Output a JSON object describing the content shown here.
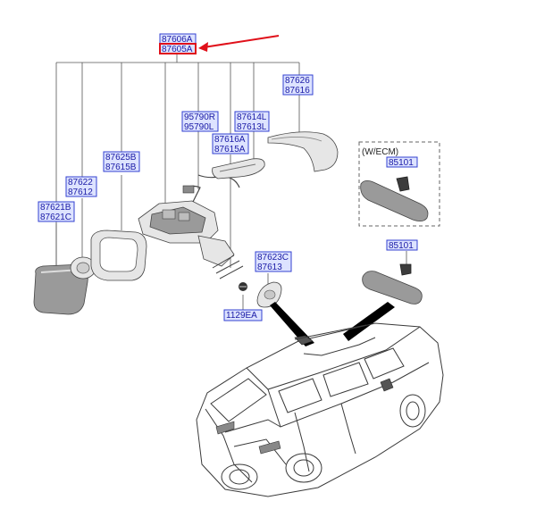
{
  "diagram": {
    "highlight_color": "#e0101a",
    "label_fill": "#dde3ff",
    "label_stroke": "#3340d0",
    "label_text_color": "#1a1aa6",
    "callouts": {
      "top_a": "87606A",
      "top_b": "87605A",
      "c87626": "87626",
      "c87616": "87616",
      "c95790r": "95790R",
      "c95790l": "95790L",
      "c87614l": "87614L",
      "c87613l": "87613L",
      "c87616a": "87616A",
      "c87615a": "87615A",
      "c87625b": "87625B",
      "c87615b": "87615B",
      "c87622": "87622",
      "c87612": "87612",
      "c87621b": "87621B",
      "c87621c": "87621C",
      "c87623c": "87623C",
      "c87613": "87613",
      "c1129ea": "1129EA",
      "c85101_ecm": "85101",
      "c85101": "85101"
    },
    "ecm_option": "(W/ECM)"
  }
}
